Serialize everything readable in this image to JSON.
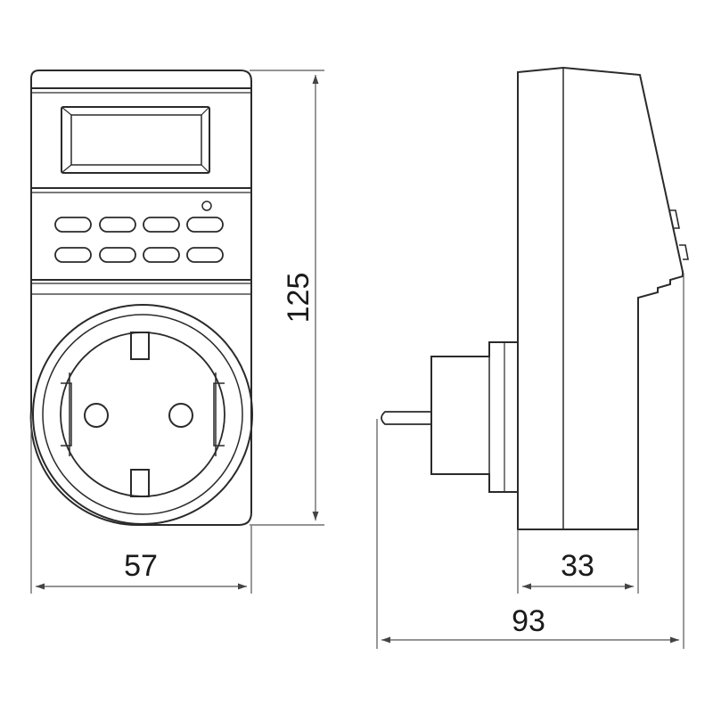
{
  "dimensions": {
    "width": "57",
    "height": "125",
    "depth_body": "33",
    "depth_total": "93"
  },
  "colors": {
    "line": "#2a2a2a",
    "dimension_line": "#555555",
    "background": "#ffffff"
  }
}
